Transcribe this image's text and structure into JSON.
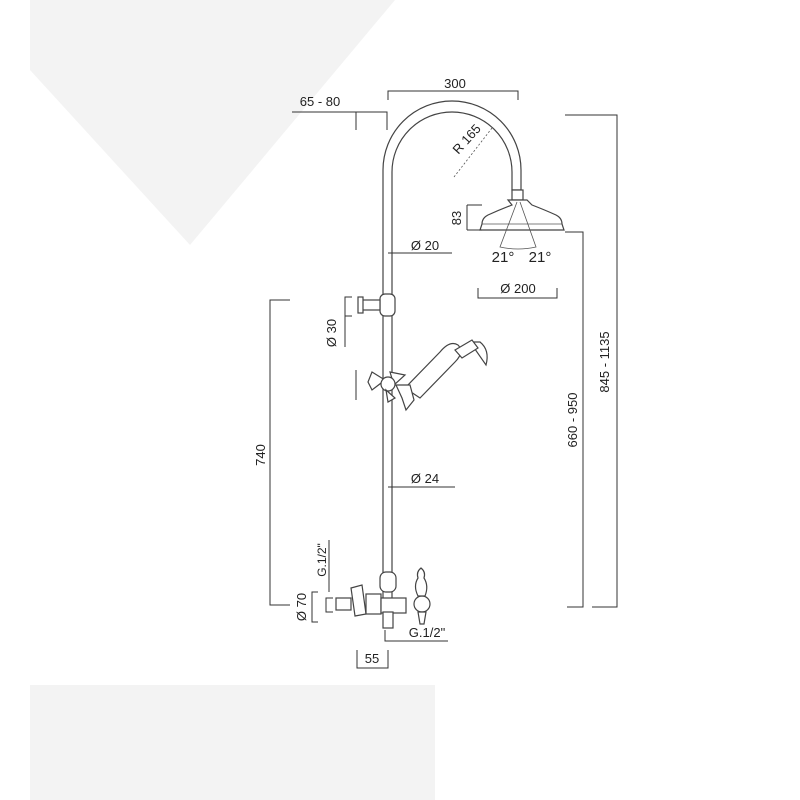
{
  "drawing": {
    "title": "Shower column technical drawing",
    "dimensions": {
      "arm_reach": "300",
      "wall_distance": "65 - 80",
      "arc_radius": "R 165",
      "head_height": "83",
      "pipe_top_diameter": "Ø 20",
      "spray_angle_left": "21°",
      "spray_angle_right": "21°",
      "head_diameter": "Ø 200",
      "total_height": "845 - 1135",
      "head_to_mixer_height": "660 - 950",
      "bracket_height": "740",
      "bracket_diameter": "Ø 30",
      "pipe_bottom_diameter": "Ø 24",
      "inlet_thread_vertical": "G.1/2\"",
      "flange_diameter": "Ø 70",
      "outlet_thread": "G.1/2\"",
      "inlet_length": "55"
    },
    "colors": {
      "background_shape": "#f2f2f2",
      "line": "#333333"
    }
  }
}
